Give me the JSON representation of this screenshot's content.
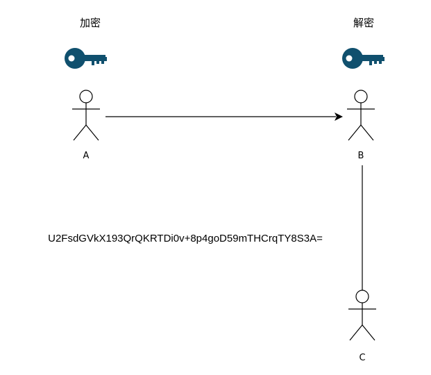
{
  "diagram": {
    "encrypt_label": "加密",
    "decrypt_label": "解密",
    "actors": {
      "a": "A",
      "b": "B",
      "c": "C"
    },
    "ciphertext": "U2FsdGVkX193QrQKRTDi0v+8p4goD59mTHCrqTY8S3A=",
    "colors": {
      "key": "#10506e",
      "line": "#000000"
    },
    "icons": [
      "key-icon",
      "actor-icon"
    ]
  }
}
